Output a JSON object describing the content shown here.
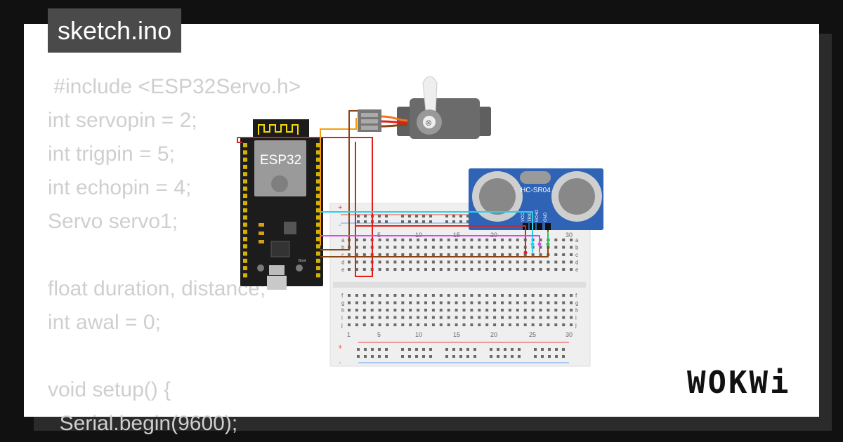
{
  "file_tab": {
    "label": "sketch.ino"
  },
  "code_lines": [
    " #include <ESP32Servo.h>",
    "int servopin = 2;",
    "int trigpin = 5;",
    "int echopin = 4;",
    "Servo servo1;",
    "",
    "float duration, distance;",
    "int awal = 0;",
    "",
    "void setup() {",
    "  Serial.begin(9600);"
  ],
  "esp32": {
    "label": "ESP32",
    "boot_label": "Boot"
  },
  "ultrasonic": {
    "label": "HC-SR04",
    "pins": [
      "VCC",
      "TRIG",
      "ECHO",
      "GND"
    ]
  },
  "breadboard": {
    "rows_top": [
      "a",
      "b",
      "c",
      "d",
      "e"
    ],
    "rows_bottom": [
      "f",
      "g",
      "h",
      "i",
      "j"
    ],
    "col_numbers_top": [
      "5",
      "10",
      "15",
      "20",
      "30"
    ],
    "col_numbers_bottom": [
      "1",
      "5",
      "10",
      "15",
      "20",
      "25",
      "30"
    ],
    "rail_plus": "+",
    "rail_minus": "-"
  },
  "brand": {
    "logo": "WOKWi"
  },
  "colors": {
    "background": "#111111",
    "card": "#ffffff",
    "code_text": "#cfcfcf",
    "tab": "#4a4a4a",
    "wire_red": "#e11d1d",
    "wire_orange": "#f59e0b",
    "wire_brown": "#8b4513",
    "wire_cyan": "#22d3ee",
    "wire_magenta": "#d946ef",
    "wire_green": "#22c55e"
  }
}
